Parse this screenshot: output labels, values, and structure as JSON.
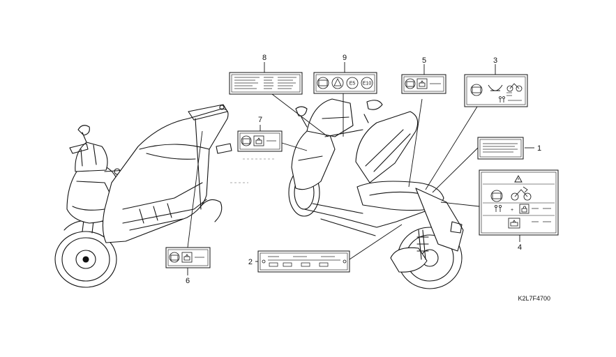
{
  "diagram": {
    "callouts": [
      {
        "id": "1",
        "label": "1"
      },
      {
        "id": "2",
        "label": "2"
      },
      {
        "id": "3",
        "label": "3"
      },
      {
        "id": "4",
        "label": "4"
      },
      {
        "id": "5",
        "label": "5"
      },
      {
        "id": "6",
        "label": "6"
      },
      {
        "id": "7",
        "label": "7"
      },
      {
        "id": "8",
        "label": "8"
      },
      {
        "id": "9",
        "label": "9"
      }
    ],
    "label9_icons": [
      "E5",
      "E10"
    ],
    "figure_code": "K2L7F4700"
  }
}
